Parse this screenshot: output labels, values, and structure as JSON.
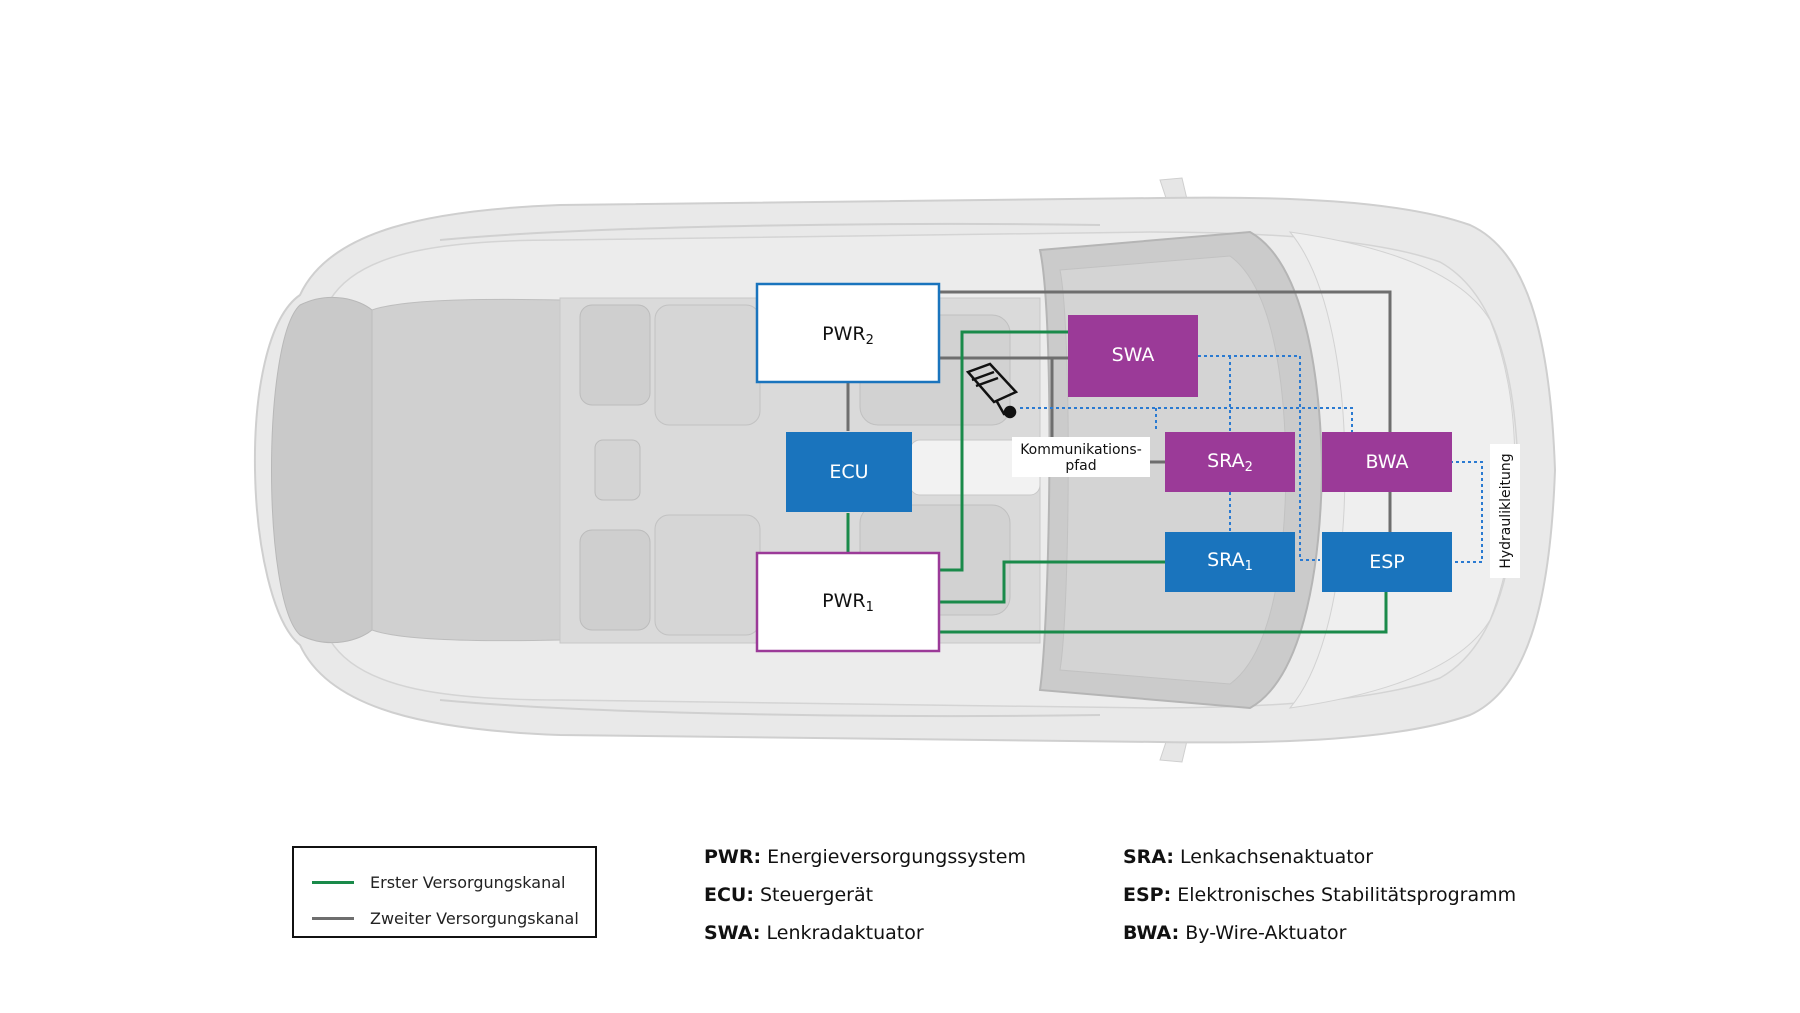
{
  "colors": {
    "green": "#1a8a4a",
    "gray": "#6e6e6e",
    "blue": "#1a74bd",
    "magenta": "#9b3a98",
    "blue_outline": "#1a74bd",
    "magenta_outline": "#9b3a98",
    "dotted": "#2a7ad1",
    "car_body": "#dcdcdc"
  },
  "components": {
    "pwr2": {
      "label": "PWR",
      "sub": "2"
    },
    "pwr1": {
      "label": "PWR",
      "sub": "1"
    },
    "ecu": {
      "label": "ECU"
    },
    "swa": {
      "label": "SWA"
    },
    "sra2": {
      "label": "SRA",
      "sub": "2"
    },
    "sra1": {
      "label": "SRA",
      "sub": "1"
    },
    "bwa": {
      "label": "BWA"
    },
    "esp": {
      "label": "ESP"
    }
  },
  "labels": {
    "komm_line1": "Kommunikations-",
    "komm_line2": "pfad",
    "hydraulik": "Hydraulikleitung"
  },
  "legend": {
    "first": "Erster Versorgungskanal",
    "second": "Zweiter Versorgungskanal"
  },
  "abbreviations": [
    {
      "key": "PWR:",
      "text": "Energieversorgungssystem"
    },
    {
      "key": "ECU:",
      "text": "Steuergerät"
    },
    {
      "key": "SWA:",
      "text": "Lenkradaktuator"
    },
    {
      "key": "SRA:",
      "text": "Lenkachsenaktuator"
    },
    {
      "key": "ESP:",
      "text": "Elektronisches Stabilitätsprogramm"
    },
    {
      "key": "BWA:",
      "text": "By-Wire-Aktuator"
    }
  ],
  "icons": {
    "steering": "steering-wheel-icon"
  }
}
